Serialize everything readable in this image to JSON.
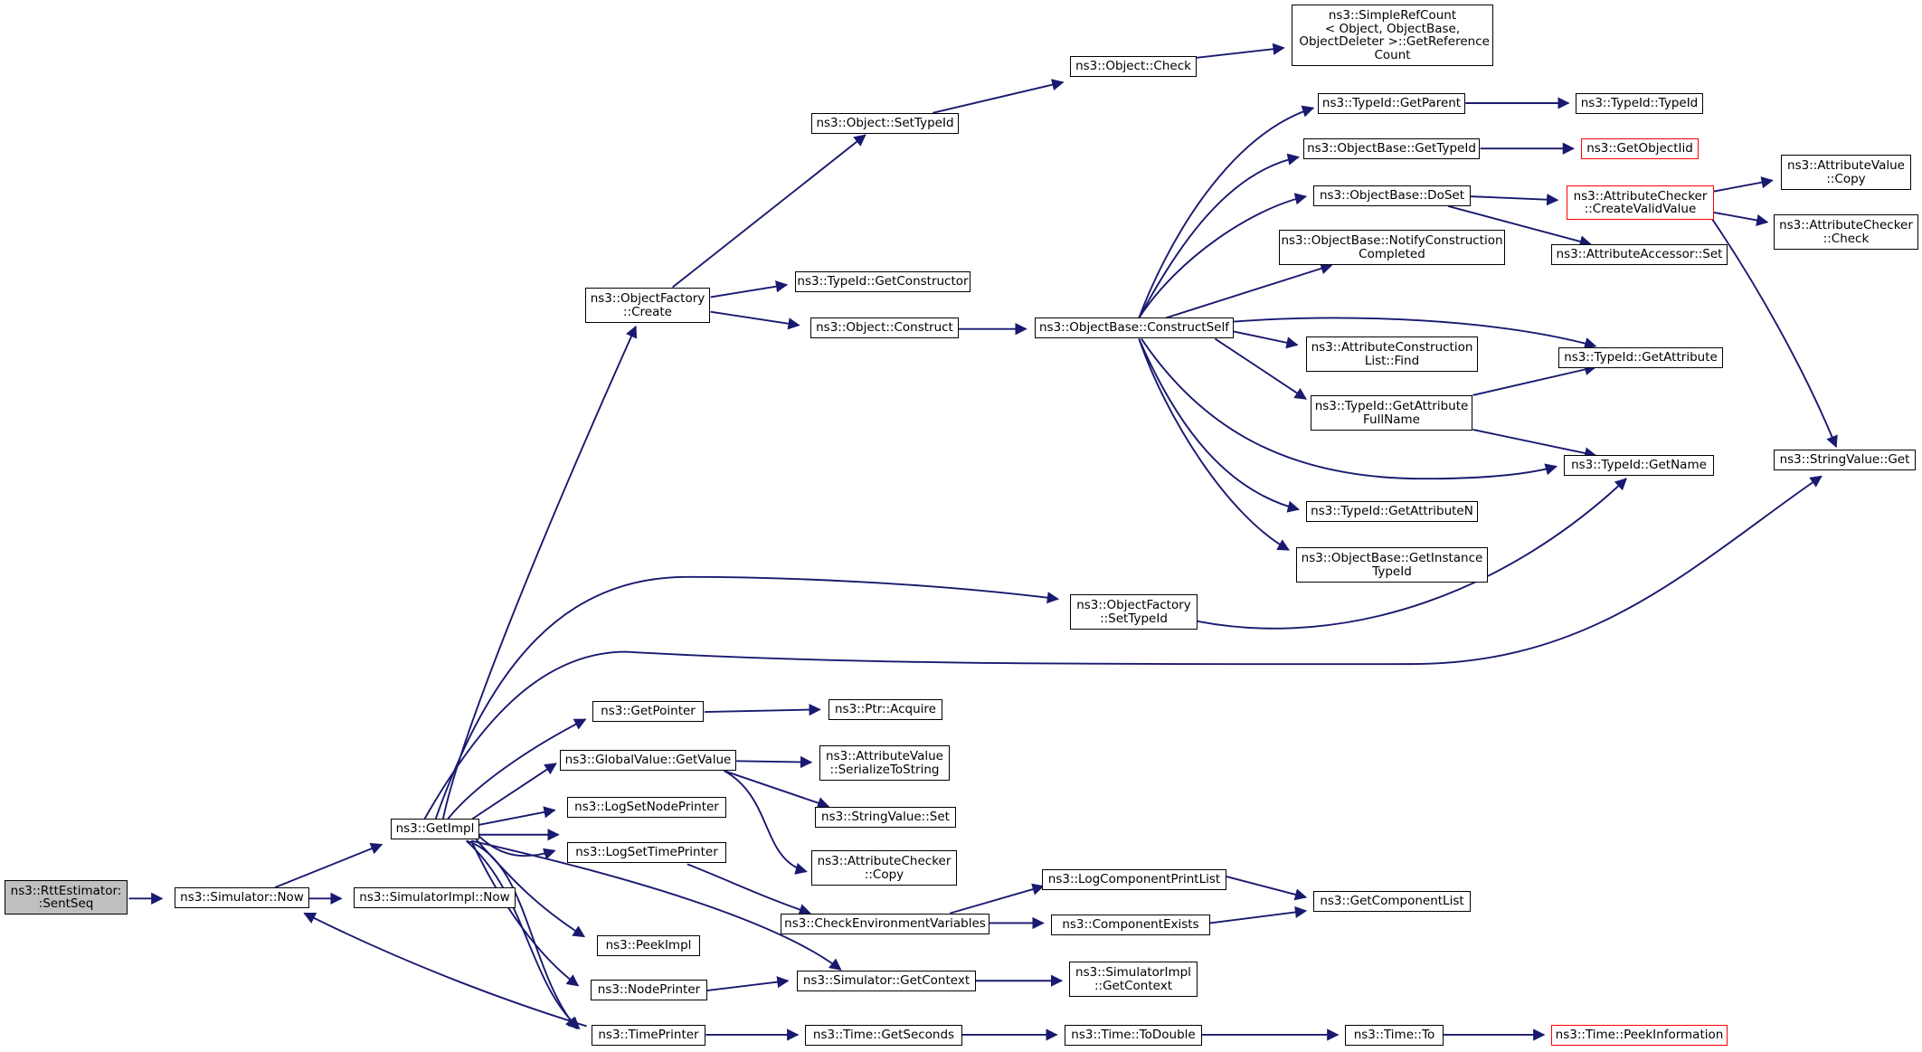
{
  "graph": {
    "edge_color": "#191970",
    "root_fill": "#bfbfbf",
    "truncated_border": "#ff0000",
    "nodes": [
      {
        "id": "sentseq",
        "label": "ns3::RttEstimator:\n:SentSeq",
        "root": true
      },
      {
        "id": "sim_now",
        "label": "ns3::Simulator::Now"
      },
      {
        "id": "getimpl",
        "label": "ns3::GetImpl"
      },
      {
        "id": "simimpl_now",
        "label": "ns3::SimulatorImpl::Now"
      },
      {
        "id": "of_create",
        "label": "ns3::ObjectFactory\n::Create"
      },
      {
        "id": "obj_settypeid",
        "label": "ns3::Object::SetTypeId"
      },
      {
        "id": "obj_check",
        "label": "ns3::Object::Check"
      },
      {
        "id": "srefcount",
        "label": "ns3::SimpleRefCount\n< Object, ObjectBase,\n ObjectDeleter >::GetReference\nCount"
      },
      {
        "id": "tid_getctor",
        "label": "ns3::TypeId::GetConstructor"
      },
      {
        "id": "obj_construct",
        "label": "ns3::Object::Construct"
      },
      {
        "id": "ob_constructself",
        "label": "ns3::ObjectBase::ConstructSelf"
      },
      {
        "id": "tid_getparent",
        "label": "ns3::TypeId::GetParent"
      },
      {
        "id": "tid_typeid",
        "label": "ns3::TypeId::TypeId"
      },
      {
        "id": "ob_gettypeid",
        "label": "ns3::ObjectBase::GetTypeId"
      },
      {
        "id": "getobjectiid",
        "label": "ns3::GetObjectIid",
        "red": true
      },
      {
        "id": "ob_doset",
        "label": "ns3::ObjectBase::DoSet"
      },
      {
        "id": "ac_createvalid",
        "label": "ns3::AttributeChecker\n::CreateValidValue",
        "red": true
      },
      {
        "id": "av_copy",
        "label": "ns3::AttributeValue\n::Copy"
      },
      {
        "id": "ac_check",
        "label": "ns3::AttributeChecker\n::Check"
      },
      {
        "id": "aa_set",
        "label": "ns3::AttributeAccessor::Set"
      },
      {
        "id": "ob_notify",
        "label": "ns3::ObjectBase::NotifyConstruction\nCompleted"
      },
      {
        "id": "acl_find",
        "label": "ns3::AttributeConstruction\nList::Find"
      },
      {
        "id": "tid_getattr",
        "label": "ns3::TypeId::GetAttribute"
      },
      {
        "id": "tid_getattrfull",
        "label": "ns3::TypeId::GetAttribute\nFullName"
      },
      {
        "id": "tid_getname",
        "label": "ns3::TypeId::GetName"
      },
      {
        "id": "stringvalue_get",
        "label": "ns3::StringValue::Get"
      },
      {
        "id": "tid_getattrn",
        "label": "ns3::TypeId::GetAttributeN"
      },
      {
        "id": "ob_getinstance",
        "label": "ns3::ObjectBase::GetInstance\nTypeId"
      },
      {
        "id": "of_settypeid",
        "label": "ns3::ObjectFactory\n::SetTypeId"
      },
      {
        "id": "getpointer",
        "label": "ns3::GetPointer"
      },
      {
        "id": "ptr_acquire",
        "label": "ns3::Ptr::Acquire"
      },
      {
        "id": "gv_getvalue",
        "label": "ns3::GlobalValue::GetValue"
      },
      {
        "id": "av_serialize",
        "label": "ns3::AttributeValue\n::SerializeToString"
      },
      {
        "id": "sv_set",
        "label": "ns3::StringValue::Set"
      },
      {
        "id": "ac_copy",
        "label": "ns3::AttributeChecker\n::Copy"
      },
      {
        "id": "lognodeprinter",
        "label": "ns3::LogSetNodePrinter"
      },
      {
        "id": "logtimeprinter",
        "label": "ns3::LogSetTimePrinter"
      },
      {
        "id": "checkenv",
        "label": "ns3::CheckEnvironmentVariables"
      },
      {
        "id": "logcompprint",
        "label": "ns3::LogComponentPrintList"
      },
      {
        "id": "compexists",
        "label": "ns3::ComponentExists"
      },
      {
        "id": "getcomplist",
        "label": "ns3::GetComponentList"
      },
      {
        "id": "peekimpl",
        "label": "ns3::PeekImpl"
      },
      {
        "id": "nodeprinter",
        "label": "ns3::NodePrinter"
      },
      {
        "id": "sim_getcontext",
        "label": "ns3::Simulator::GetContext"
      },
      {
        "id": "simimpl_getcontext",
        "label": "ns3::SimulatorImpl\n::GetContext"
      },
      {
        "id": "timeprinter",
        "label": "ns3::TimePrinter"
      },
      {
        "id": "time_getseconds",
        "label": "ns3::Time::GetSeconds"
      },
      {
        "id": "time_todouble",
        "label": "ns3::Time::ToDouble"
      },
      {
        "id": "time_to",
        "label": "ns3::Time::To"
      },
      {
        "id": "time_peekinfo",
        "label": "ns3::Time::PeekInformation",
        "red": true
      }
    ]
  }
}
